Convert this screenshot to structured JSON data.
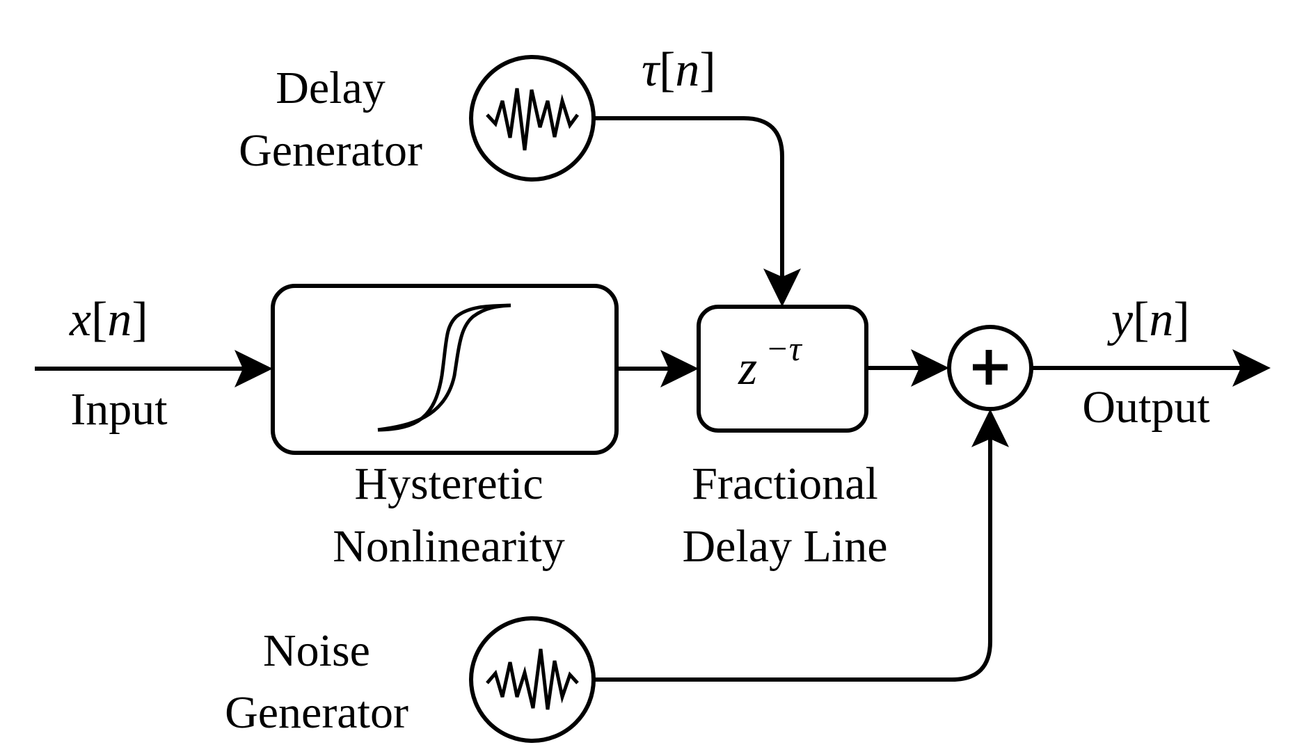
{
  "diagram": {
    "title": "Hysteretic nonlinearity with fractional delay and additive noise",
    "colors": {
      "stroke": "#000000",
      "background": "#ffffff"
    },
    "signals": {
      "input": {
        "symbol": "x",
        "index": "n",
        "label": "Input"
      },
      "output": {
        "symbol": "y",
        "index": "n",
        "label": "Output"
      },
      "delay": {
        "symbol": "τ",
        "index": "n"
      }
    },
    "blocks": {
      "hysteresis": {
        "line1": "Hysteretic",
        "line2": "Nonlinearity",
        "icon": "hysteresis-loop-icon"
      },
      "fractional_delay": {
        "line1": "Fractional",
        "line2": "Delay Line",
        "expr_base": "z",
        "expr_exp": "−τ"
      },
      "summer": {
        "symbol": "+"
      },
      "delay_generator": {
        "line1": "Delay",
        "line2": "Generator",
        "icon": "noise-waveform-icon"
      },
      "noise_generator": {
        "line1": "Noise",
        "line2": "Generator",
        "icon": "noise-waveform-icon"
      }
    },
    "connections": [
      {
        "from": "input",
        "to": "hysteresis"
      },
      {
        "from": "hysteresis",
        "to": "fractional_delay"
      },
      {
        "from": "delay_generator",
        "to": "fractional_delay",
        "label": "τ[n]"
      },
      {
        "from": "fractional_delay",
        "to": "summer"
      },
      {
        "from": "noise_generator",
        "to": "summer"
      },
      {
        "from": "summer",
        "to": "output"
      }
    ]
  }
}
